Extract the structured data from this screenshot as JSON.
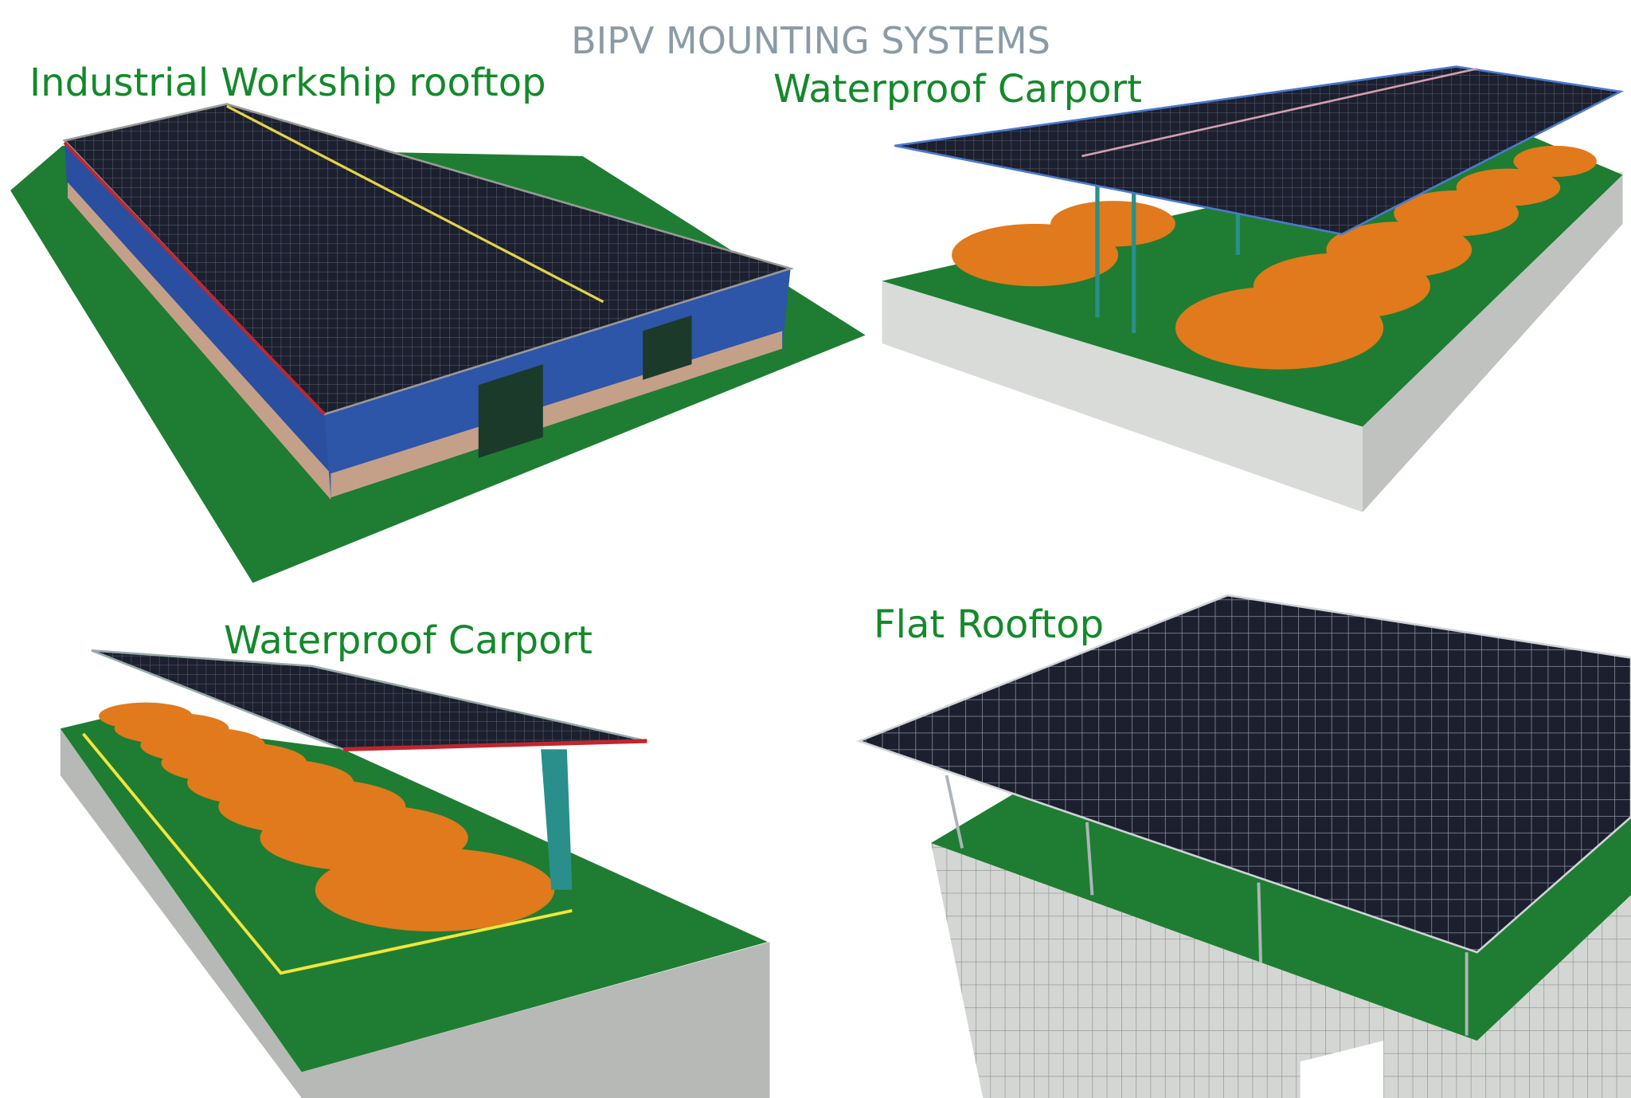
{
  "title": "BIPV MOUNTING SYSTEMS",
  "panels": [
    {
      "label": "Industrial Workship rooftop"
    },
    {
      "label": "Waterproof Carport"
    },
    {
      "label": "Waterproof Carport"
    },
    {
      "label": "Flat Rooftop"
    }
  ],
  "colors": {
    "label": "#14892a",
    "title": "#8a9ba6",
    "ground": "#1e7d32",
    "solar_panel": "#1c1f2e",
    "wall": "#2b4fa0",
    "car": "#e07a1c"
  }
}
